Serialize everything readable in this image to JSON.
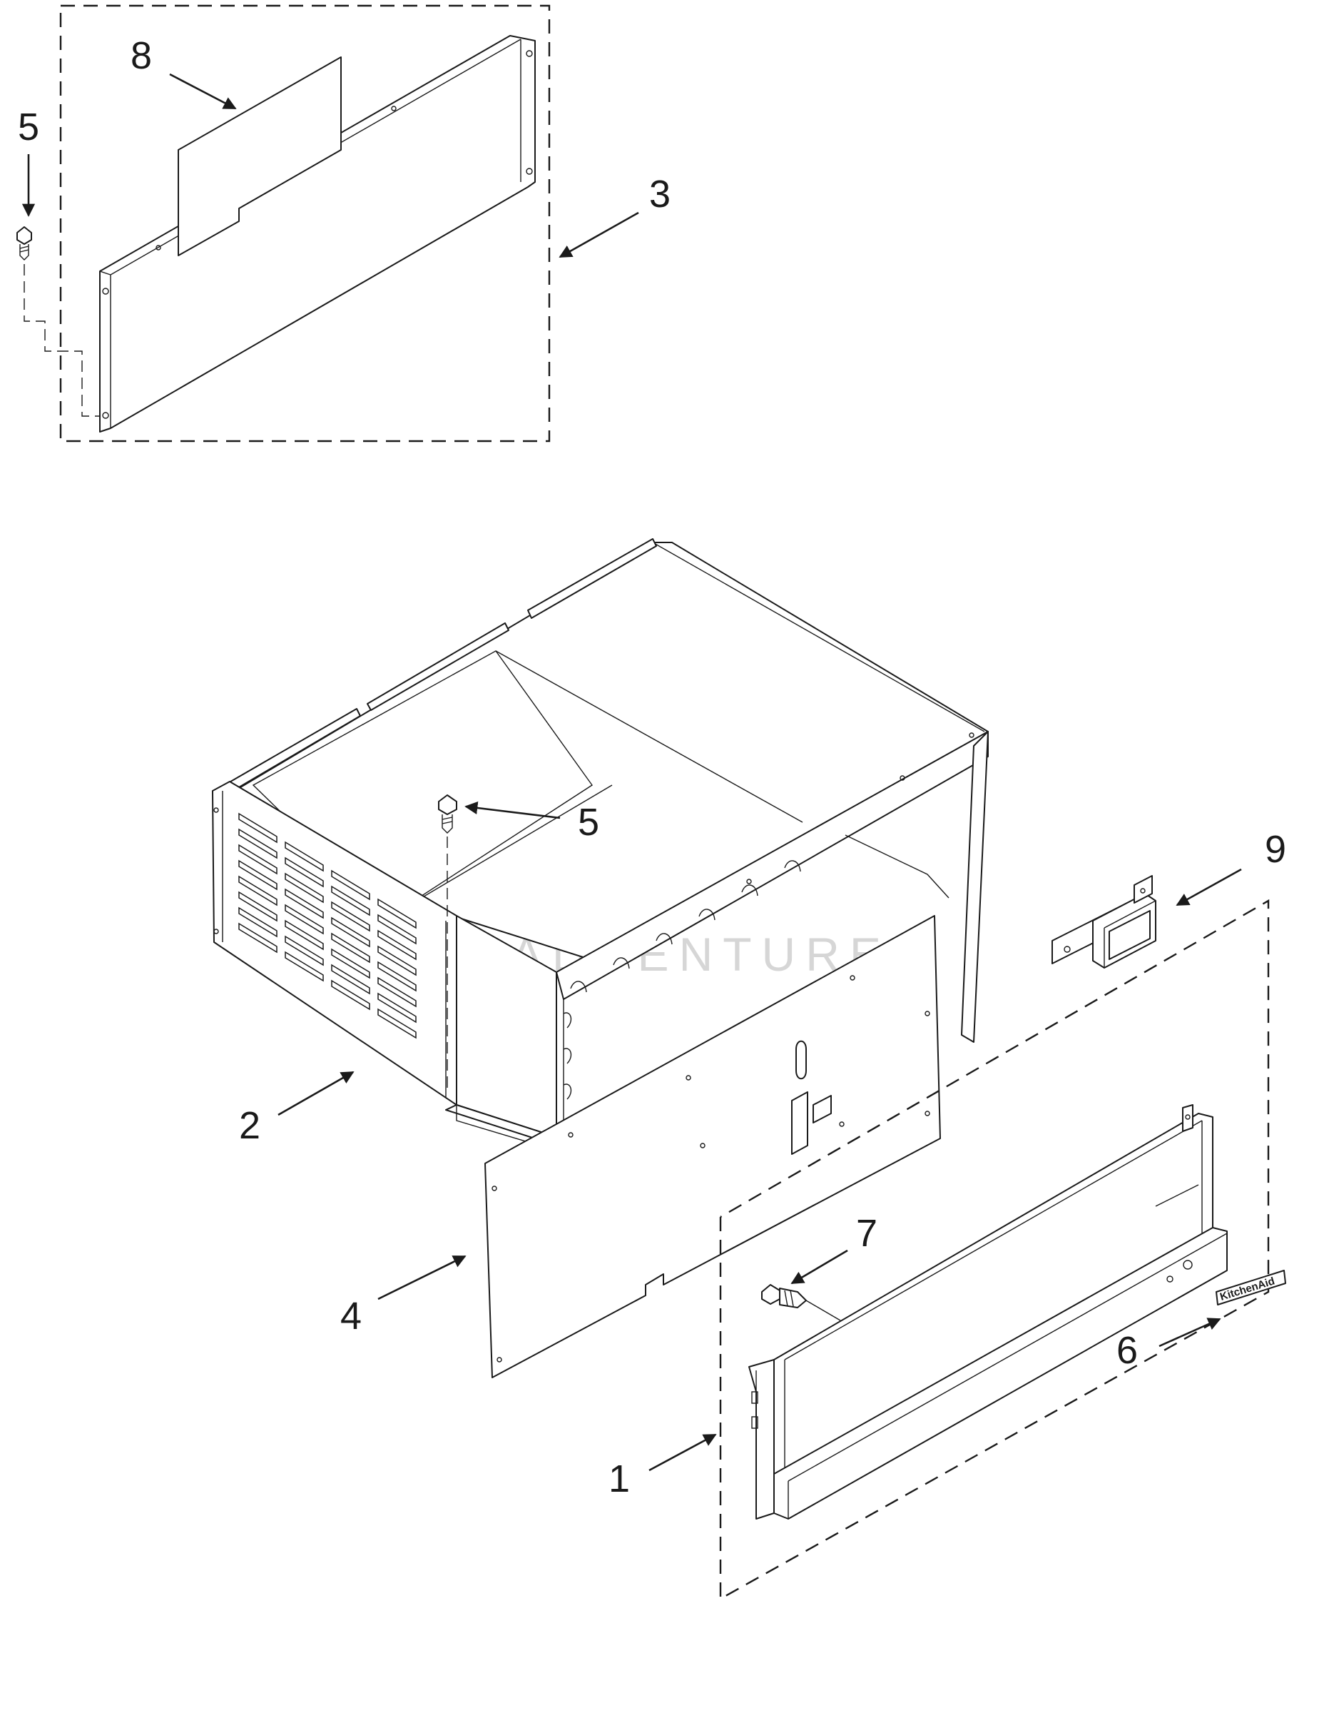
{
  "watermark": {
    "text": "LEADVENTURE"
  },
  "badge": {
    "text": "KitchenAid"
  },
  "callouts": [
    {
      "id": "1",
      "label": "1"
    },
    {
      "id": "2",
      "label": "2"
    },
    {
      "id": "3",
      "label": "3"
    },
    {
      "id": "4",
      "label": "4"
    },
    {
      "id": "5a",
      "label": "5"
    },
    {
      "id": "5b",
      "label": "5"
    },
    {
      "id": "6",
      "label": "6"
    },
    {
      "id": "7",
      "label": "7"
    },
    {
      "id": "8",
      "label": "8"
    },
    {
      "id": "9",
      "label": "9"
    }
  ]
}
